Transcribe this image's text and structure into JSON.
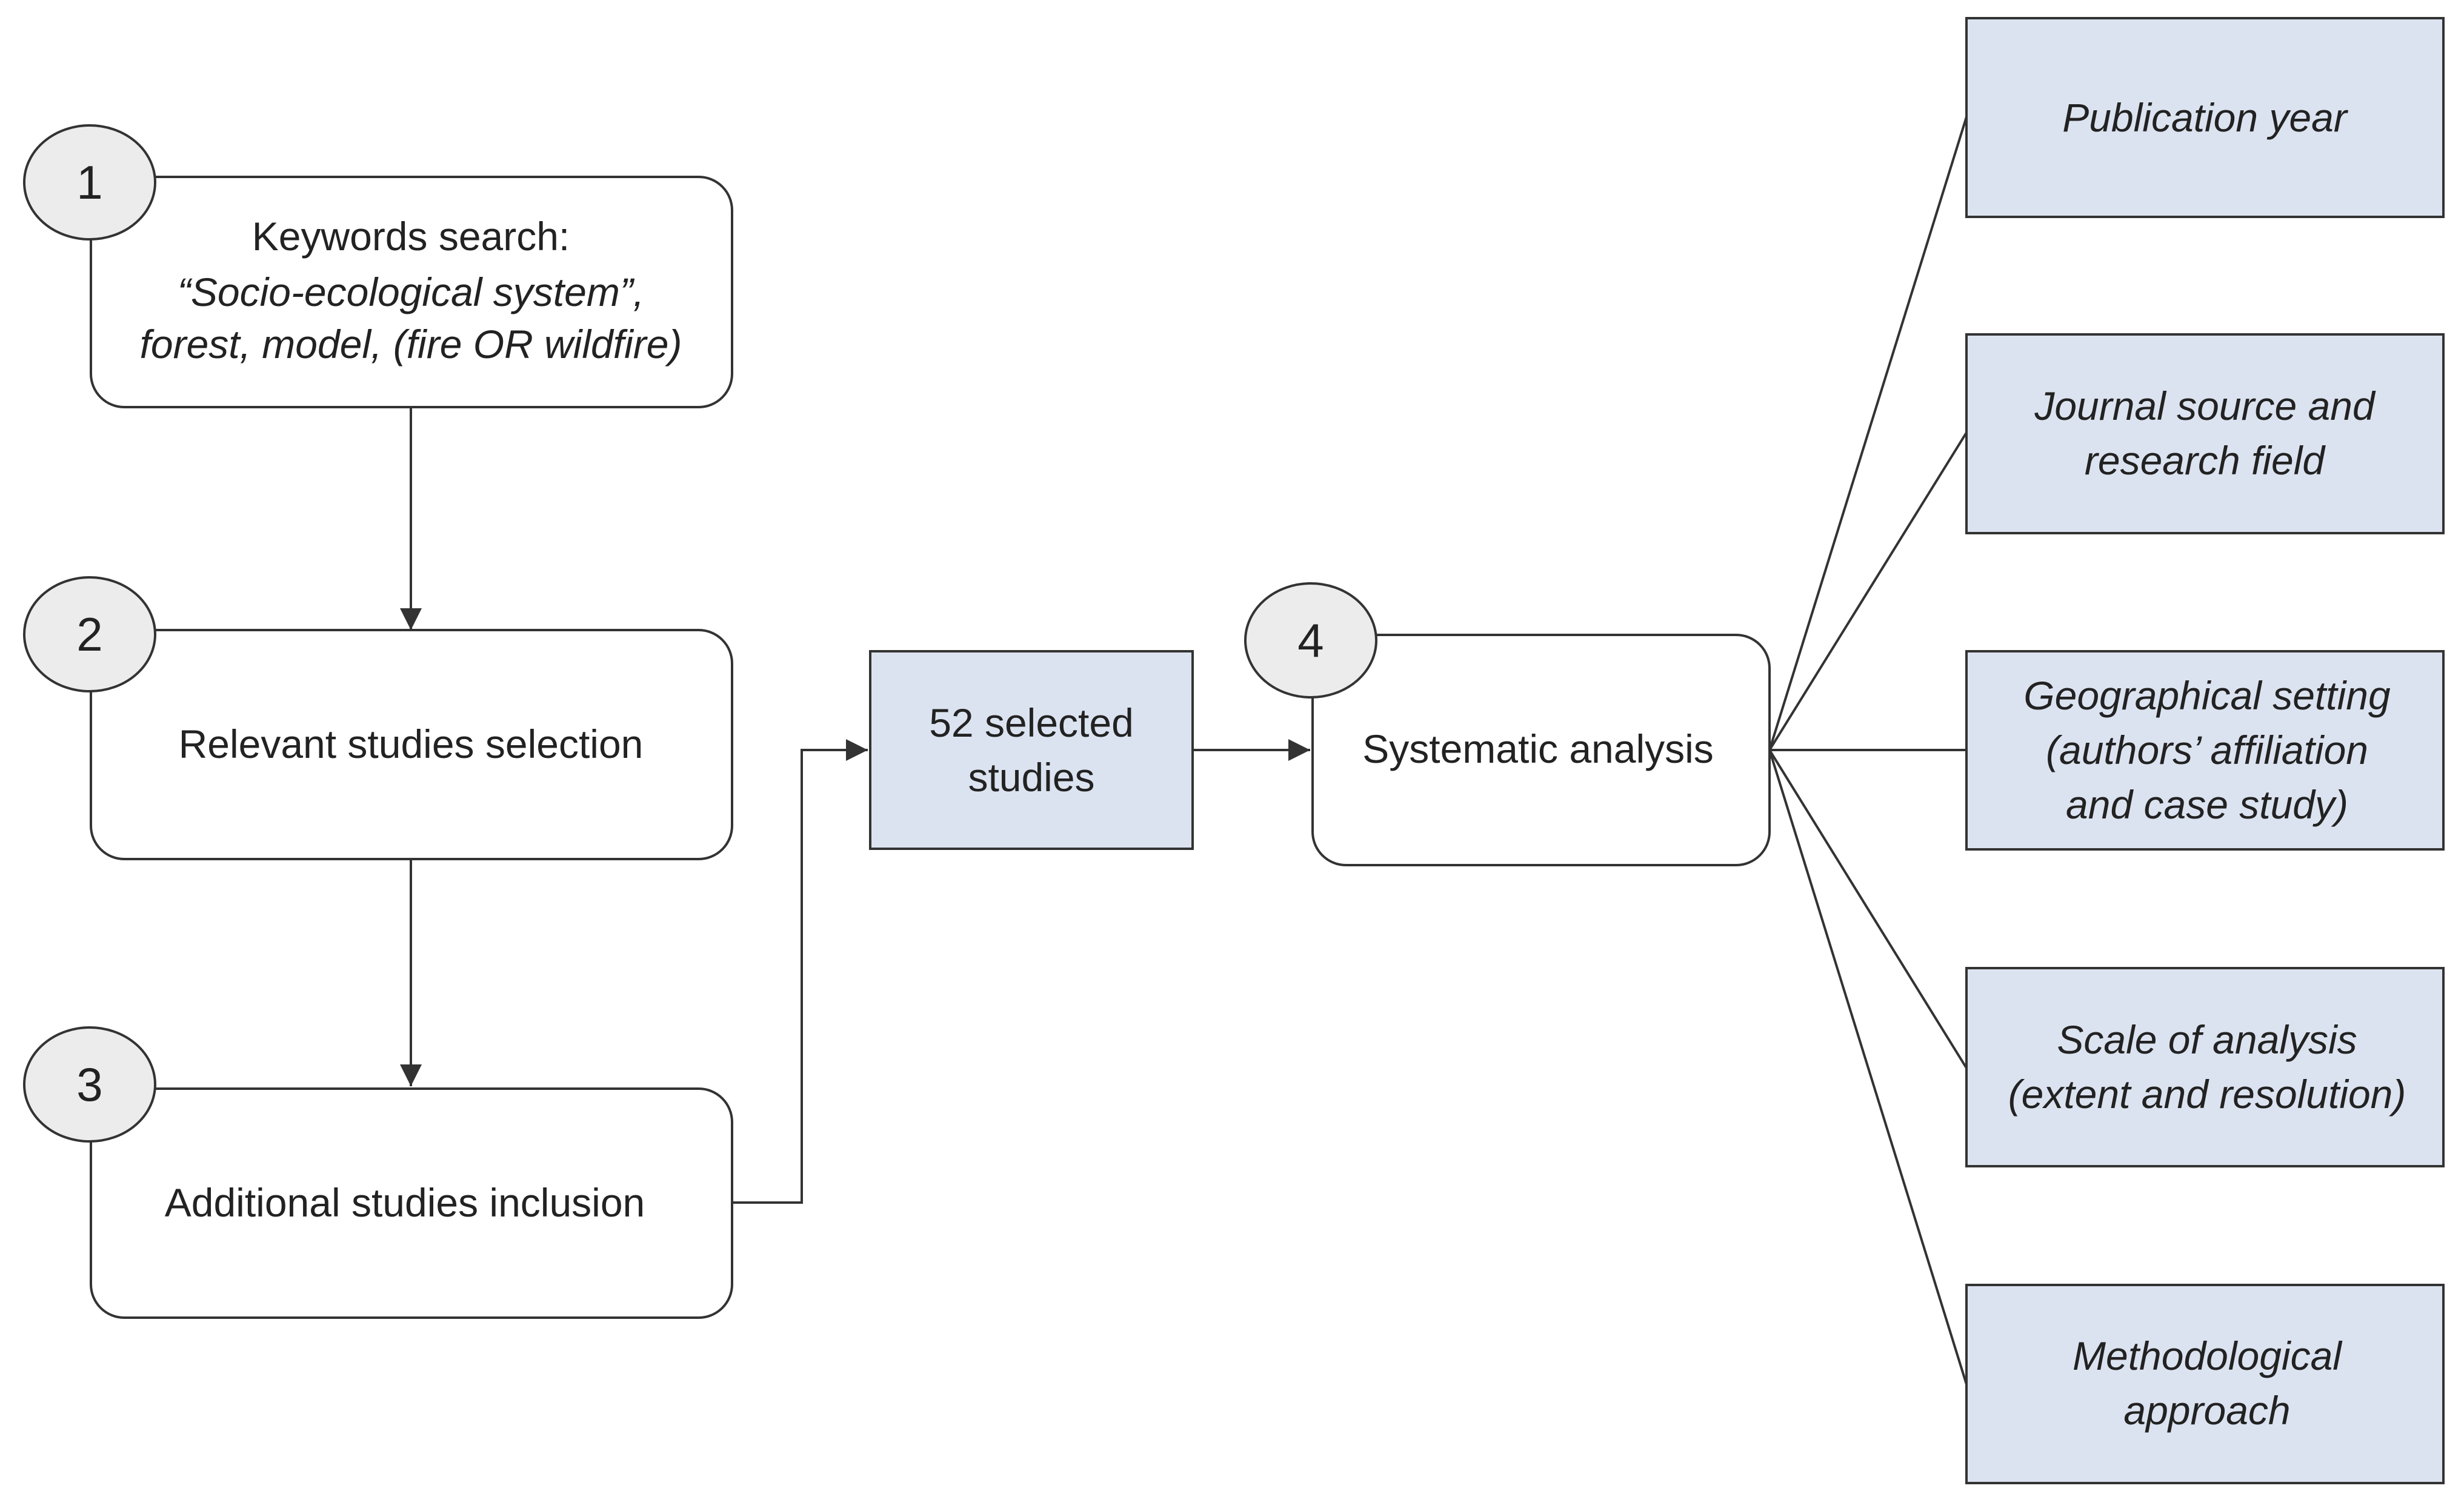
{
  "colors": {
    "step_box_fill": "#ffffff",
    "step_box_stroke": "#333333",
    "result_box_fill": "#dce3f0",
    "badge_fill": "#ececec",
    "line": "#333333",
    "text": "#222222"
  },
  "steps": [
    {
      "number": "1",
      "line1": "Keywords search:",
      "line2": "“Socio-ecological system”,",
      "line3": "forest, model, (fire OR wildfire)"
    },
    {
      "number": "2",
      "label": "Relevant studies selection"
    },
    {
      "number": "3",
      "label": "Additional studies inclusion"
    },
    {
      "number": "4",
      "label": "Systematic analysis"
    }
  ],
  "selected": {
    "line1": "52 selected",
    "line2": "studies"
  },
  "outputs": [
    {
      "lines": [
        "Publication year"
      ]
    },
    {
      "lines": [
        "Journal source and",
        "research field"
      ]
    },
    {
      "lines": [
        "Geographical setting",
        "(authors’ affiliation",
        "and case study)"
      ]
    },
    {
      "lines": [
        "Scale of analysis",
        "(extent and resolution)"
      ]
    },
    {
      "lines": [
        "Methodological",
        "approach"
      ]
    }
  ]
}
